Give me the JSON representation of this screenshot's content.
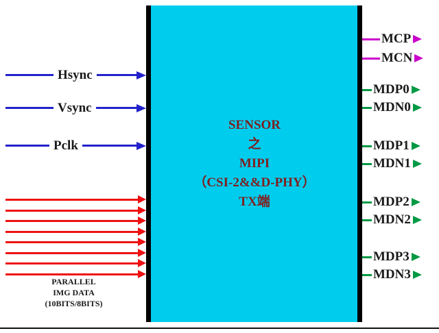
{
  "block": {
    "lines": [
      "SENSOR",
      "之",
      "MIPI",
      "（CSI-2&&D-PHY）",
      "TX端"
    ],
    "fill_color": "#00cdee",
    "text_color": "#7f1f1f"
  },
  "left_inputs": [
    {
      "label": "Hsync"
    },
    {
      "label": "Vsync"
    },
    {
      "label": "Pclk"
    }
  ],
  "parallel_bus": {
    "line_count": 8,
    "color": "#ee1111",
    "label_lines": [
      "PARALLEL",
      "IMG DATA",
      "(10BITS/8BITS)"
    ]
  },
  "right_outputs": [
    {
      "label": "MCP",
      "type": "clock"
    },
    {
      "label": "MCN",
      "type": "clock"
    },
    {
      "label": "MDP0",
      "type": "data"
    },
    {
      "label": "MDN0",
      "type": "data"
    },
    {
      "label": "MDP1",
      "type": "data"
    },
    {
      "label": "MDN1",
      "type": "data"
    },
    {
      "label": "MDP2",
      "type": "data"
    },
    {
      "label": "MDN2",
      "type": "data"
    },
    {
      "label": "MDP3",
      "type": "data"
    },
    {
      "label": "MDN3",
      "type": "data"
    }
  ],
  "colors": {
    "sync_arrow": "#2222cc",
    "bus_arrow": "#ee1111",
    "clock_arrow": "#cc00cc",
    "data_arrow": "#009944"
  }
}
